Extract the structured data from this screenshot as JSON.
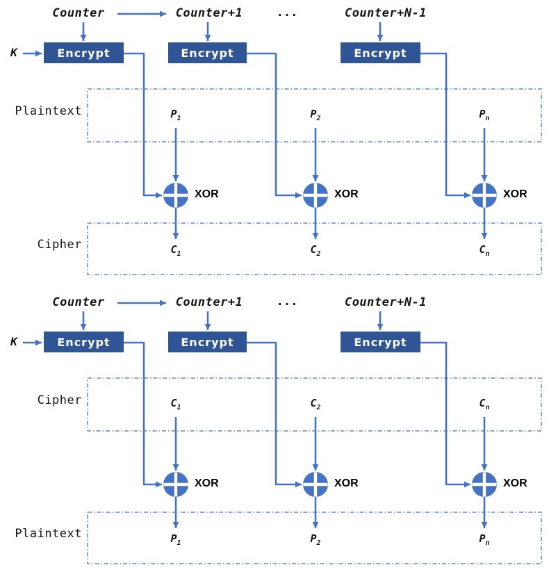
{
  "colors": {
    "encrypt_box_fill": "#2F5597",
    "line_blue": "#4472C4",
    "text": "#161616"
  },
  "diagrams": [
    {
      "mode": "encryption",
      "counter_row": {
        "first": "Counter",
        "second": "Counter+1",
        "ellipsis": "...",
        "last": "Counter+N-1"
      },
      "key_label": "K",
      "encrypt_label": "Encrypt",
      "xor_label": "XOR",
      "top_band": {
        "label": "Plaintext",
        "items": [
          {
            "base": "P",
            "sub": "1"
          },
          {
            "base": "P",
            "sub": "2"
          },
          {
            "base": "P",
            "sub": "n"
          }
        ]
      },
      "bottom_band": {
        "label": "Cipher",
        "items": [
          {
            "base": "C",
            "sub": "1"
          },
          {
            "base": "C",
            "sub": "2"
          },
          {
            "base": "C",
            "sub": "n"
          }
        ]
      }
    },
    {
      "mode": "decryption",
      "counter_row": {
        "first": "Counter",
        "second": "Counter+1",
        "ellipsis": "...",
        "last": "Counter+N-1"
      },
      "key_label": "K",
      "encrypt_label": "Encrypt",
      "xor_label": "XOR",
      "top_band": {
        "label": "Cipher",
        "items": [
          {
            "base": "C",
            "sub": "1"
          },
          {
            "base": "C",
            "sub": "2"
          },
          {
            "base": "C",
            "sub": "n"
          }
        ]
      },
      "bottom_band": {
        "label": "Plaintext",
        "items": [
          {
            "base": "P",
            "sub": "1"
          },
          {
            "base": "P",
            "sub": "2"
          },
          {
            "base": "P",
            "sub": "n"
          }
        ]
      }
    }
  ]
}
